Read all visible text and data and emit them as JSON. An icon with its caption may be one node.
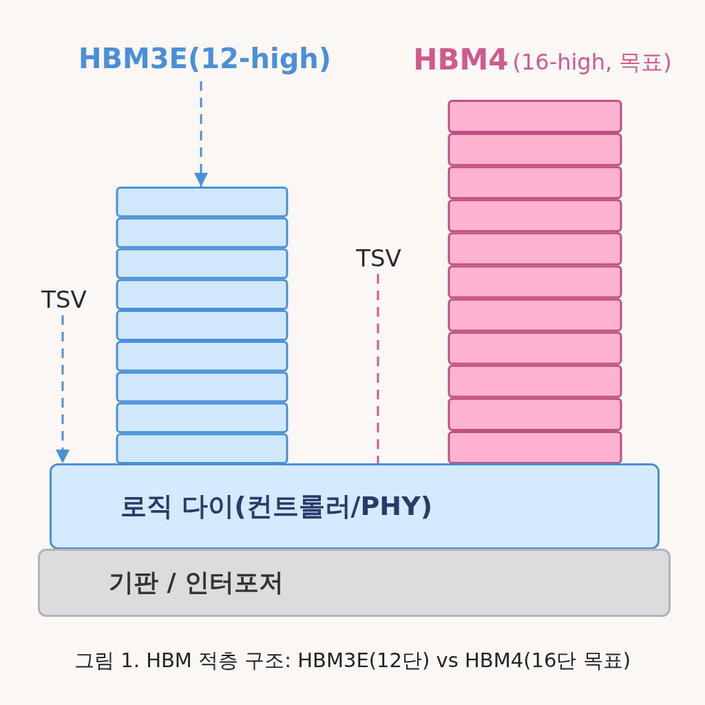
{
  "diagram": {
    "caption": "그림 1. HBM 적층 구조: HBM3E(12단) vs HBM4(16단 목표)",
    "nodes": [
      {
        "text": [
          "HBM3E(12-high)"
        ]
      },
      {
        "text": [
          "HBM4",
          "(16-high, 목표)"
        ]
      },
      {
        "text": [],
        "shape": "box"
      },
      {
        "text": [],
        "shape": "box"
      },
      {
        "text": [
          "TSV"
        ]
      },
      {
        "text": [
          "TSV"
        ]
      },
      {
        "text": [
          "로직 다이(컨트롤러/PHY)"
        ]
      },
      {
        "text": [
          "기판 / 인터포저"
        ]
      }
    ],
    "edges": [
      {
        "from": 0,
        "to": 2,
        "arrow": "to",
        "style": "dashed",
        "color": "#4a90d9"
      },
      {
        "from": 4,
        "to": 6,
        "arrow": "to",
        "style": "dashed",
        "color": "#4a90d9"
      },
      {
        "from": 5,
        "to": 6,
        "arrow": "none",
        "style": "dashed",
        "color": "#d05a8e"
      }
    ]
  }
}
